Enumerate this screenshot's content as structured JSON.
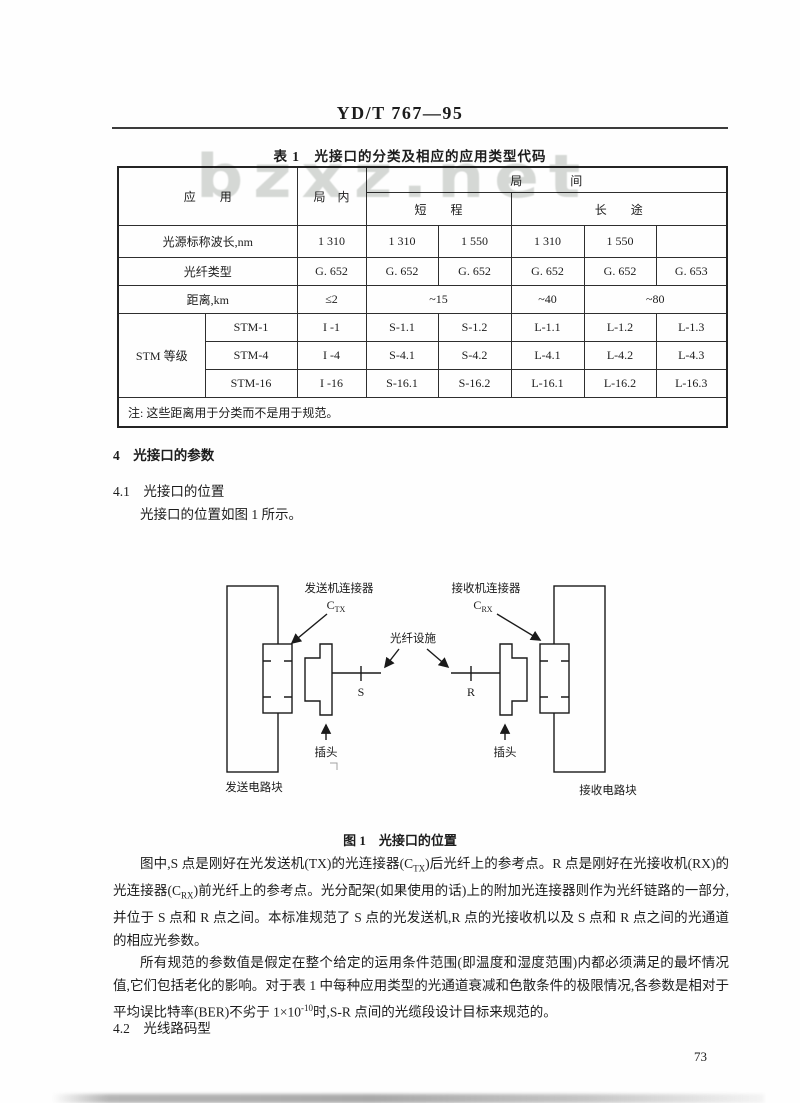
{
  "page": {
    "doc_number": "YD/T 767—95",
    "page_number": "73",
    "watermark": "bzxz.net"
  },
  "table": {
    "title": "表 1　光接口的分类及相应的应用类型代码",
    "headers": {
      "application": "应　　用",
      "intra_office": "局　内",
      "inter_office": "局　　　　间",
      "short_haul": "短　　程",
      "long_haul": "长　　途"
    },
    "rows": {
      "wavelength": {
        "label": "光源标称波长,nm",
        "values": [
          "1 310",
          "1 310",
          "1 550",
          "1 310",
          "1 550",
          ""
        ]
      },
      "fiber": {
        "label": "光纤类型",
        "values": [
          "G. 652",
          "G. 652",
          "G. 652",
          "G. 652",
          "G. 652",
          "G. 653"
        ]
      },
      "distance": {
        "label": "距离,km",
        "values": [
          "≤2",
          "~15",
          "~40",
          "~80"
        ]
      },
      "stm_group_label": "STM 等级",
      "stm": [
        {
          "level": "STM-1",
          "codes": [
            "I -1",
            "S-1.1",
            "S-1.2",
            "L-1.1",
            "L-1.2",
            "L-1.3"
          ]
        },
        {
          "level": "STM-4",
          "codes": [
            "I -4",
            "S-4.1",
            "S-4.2",
            "L-4.1",
            "L-4.2",
            "L-4.3"
          ]
        },
        {
          "level": "STM-16",
          "codes": [
            "I -16",
            "S-16.1",
            "S-16.2",
            "L-16.1",
            "L-16.2",
            "L-16.3"
          ]
        }
      ],
      "note": "注: 这些距离用于分类而不是用于规范。"
    }
  },
  "sections": {
    "h4": "4　光接口的参数",
    "h41": "4.1　光接口的位置",
    "p41": "光接口的位置如图 1 所示。",
    "h42": "4.2　光线路码型"
  },
  "figure": {
    "caption": "图 1　光接口的位置",
    "labels": {
      "tx_connector": "发送机连接器",
      "c_base_tx": "C",
      "c_sub_tx": "TX",
      "rx_connector": "接收机连接器",
      "c_base_rx": "C",
      "c_sub_rx": "RX",
      "fiber_facility": "光纤设施",
      "s_point": "S",
      "r_point": "R",
      "plug_left": "插头",
      "plug_right": "插头",
      "tx_block": "发送电路块",
      "rx_block": "接收电路块"
    }
  },
  "paragraphs": {
    "p1a": "图中,S 点是刚好在光发送机(TX)的光连接器(C",
    "p1b": "TX",
    "p1c": ")后光纤上的参考点。R 点是刚好在光接收机(RX)的光连接器(C",
    "p1d": "RX",
    "p1e": ")前光纤上的参考点。光分配架(如果使用的话)上的附加光连接器则作为光纤链路的一部分,并位于 S 点和 R 点之间。本标准规范了 S 点的光发送机,R 点的光接收机以及 S 点和 R 点之间的光通道的相应光参数。",
    "p2a": "所有规范的参数值是假定在整个给定的运用条件范围(即温度和湿度范围)内都必须满足的最坏情况值,它们包括老化的影响。对于表 1 中每种应用类型的光通道衰减和色散条件的极限情况,各参数是相对于平均误比特率(BER)不劣于 1×10",
    "p2b": "-10",
    "p2c": "时,S-R 点间的光缆段设计目标来规范的。"
  }
}
